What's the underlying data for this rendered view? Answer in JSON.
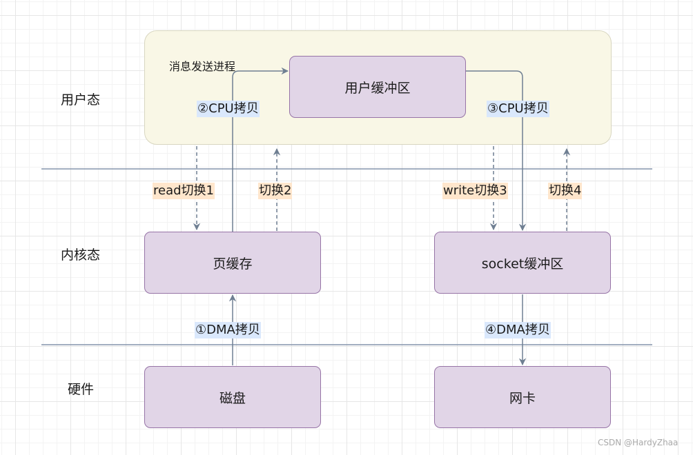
{
  "layers": {
    "user": "用户态",
    "kernel": "内核态",
    "hardware": "硬件"
  },
  "process_label": "消息发送进程",
  "boxes": {
    "user_buffer": "用户缓冲区",
    "page_cache": "页缓存",
    "socket_buffer": "socket缓冲区",
    "disk": "磁盘",
    "nic": "网卡"
  },
  "copies": {
    "dma_1": "①DMA拷贝",
    "cpu_2": "②CPU拷贝",
    "cpu_3": "③CPU拷贝",
    "dma_4": "④DMA拷贝"
  },
  "switches": {
    "read_1": "read切换1",
    "switch_2": "切换2",
    "write_3": "write切换3",
    "switch_4": "切换4"
  },
  "watermark": "CSDN @HardyZhaa",
  "colors": {
    "box_fill": "#e1d5e7",
    "box_stroke": "#9673a6",
    "user_area_fill": "#f9f7e6",
    "copy_label_bg": "#dae8fc",
    "switch_label_bg": "#ffe6cc",
    "arrow": "#6c8ebf",
    "separator": "#8494ab"
  }
}
